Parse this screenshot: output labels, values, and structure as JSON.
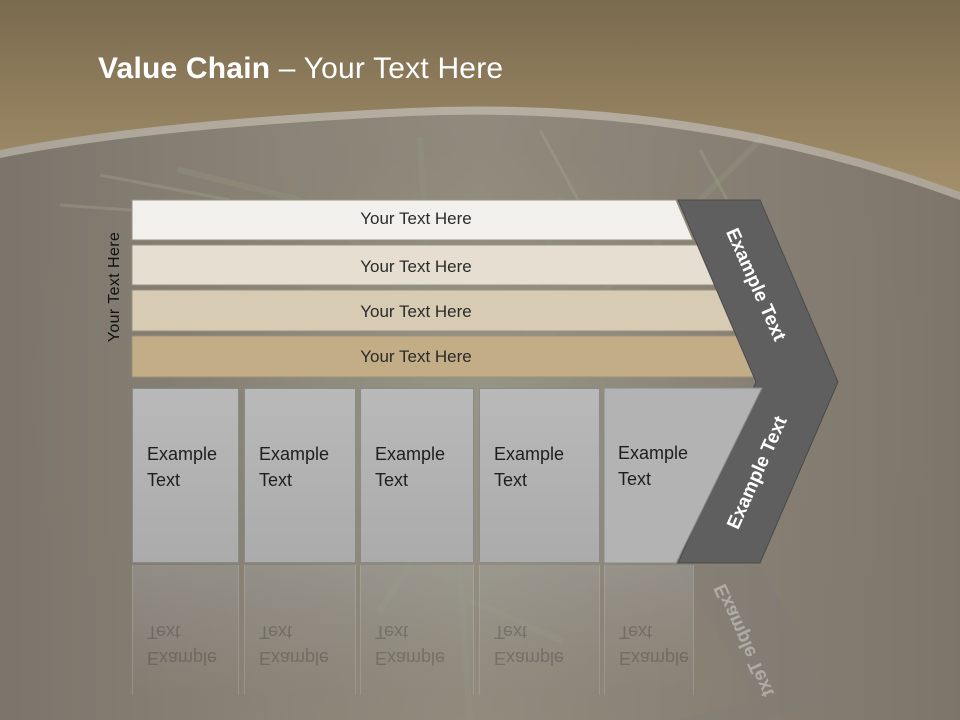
{
  "title": {
    "bold": "Value Chain",
    "rest": " – Your Text Here"
  },
  "side_label": "Your Text Here",
  "bars": [
    {
      "label": "Your Text Here"
    },
    {
      "label": "Your Text Here"
    },
    {
      "label": "Your Text Here"
    },
    {
      "label": "Your Text Here"
    }
  ],
  "boxes": [
    {
      "label": "Example\nText"
    },
    {
      "label": "Example\nText"
    },
    {
      "label": "Example\nText"
    },
    {
      "label": "Example\nText"
    },
    {
      "label": "Example\nText"
    }
  ],
  "chevron": {
    "top_label": "Example Text",
    "bottom_label": "Example Text"
  },
  "colors": {
    "header": "#a08d6c",
    "bar1": "#f2f0ec",
    "bar2": "#e6dfd1",
    "bar3": "#d8cbb3",
    "bar4": "#c2ad86",
    "chevron": "#5f5f5f",
    "box": "#b5b5b5"
  }
}
